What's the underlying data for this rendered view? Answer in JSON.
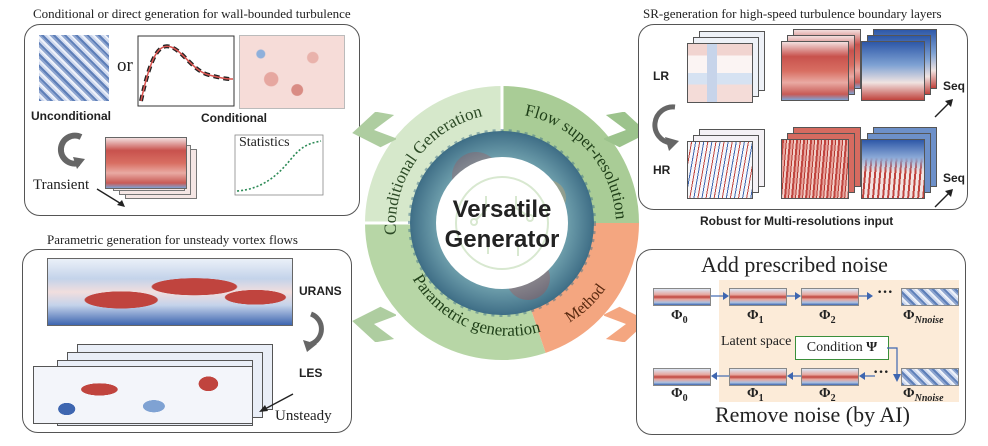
{
  "center": {
    "title_line1": "Versatile",
    "title_line2": "Generator",
    "ring": {
      "conditional": "Conditional Generation",
      "super": "Flow super-resolution",
      "parametric": "Parametric generation",
      "method": "Method"
    }
  },
  "top_left": {
    "caption": "Conditional or direct generation for wall-bounded turbulence",
    "or": "or",
    "unconditional": "Unconditional",
    "conditional": "Conditional",
    "statistics": "Statistics",
    "transient": "Transient"
  },
  "bottom_left": {
    "caption": "Parametric generation for unsteady vortex flows",
    "urans": "URANS",
    "les": "LES",
    "unsteady": "Unsteady"
  },
  "top_right": {
    "caption": "SR-generation for high-speed turbulence boundary layers",
    "lr": "LR",
    "hr": "HR",
    "seq_top": "Seq",
    "seq_bottom": "Seq",
    "robust": "Robust for Multi-resolutions input"
  },
  "bottom_right": {
    "title": "Add prescribed noise",
    "footer": "Remove noise (by AI)",
    "latent": "Latent space",
    "condition": "Condition",
    "psi": "Ψ",
    "ellipsis": "···",
    "phi": "Φ",
    "subs": [
      "0",
      "1",
      "2",
      "Nnoise"
    ]
  },
  "colors": {
    "ring_green": "#cfe3c4",
    "ring_mid": "#aacb97",
    "method_orange": "#f4a680",
    "red": "#c0443e",
    "blue": "#3e66b0",
    "cream": "#fcebd8"
  }
}
